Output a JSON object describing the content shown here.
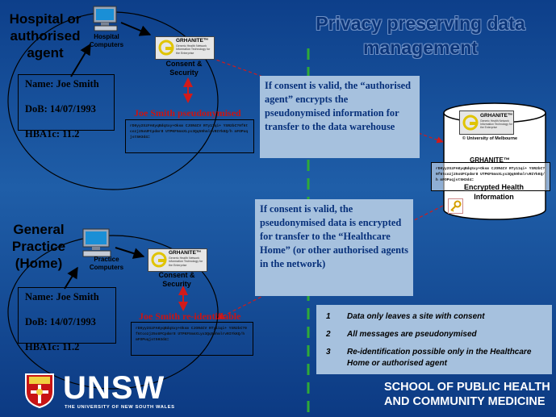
{
  "title": "Privacy preserving data management",
  "hospital": {
    "label": "Hospital or authorised agent",
    "computers_label": "Hospital Computers",
    "consent_label": "Consent & Security",
    "patient_name": "Name: Joe Smith",
    "patient_dob": "DoB: 14/07/1993",
    "patient_hba1c": "HBA1c: 11.2",
    "pseudonymised_label": "Joe Smith pseudonymised",
    "cipher": "rD0yy2SzFAKyqBdqSxy+Oksm CJOR4CV RTy11qi+ YSR2bC?9f6tcozj25oUFCpdmr8 UTPKF5mnXLyx3Qq59hmlrvRIYkKQ/h mFOPuqjst5H3d4="
  },
  "gp": {
    "label": "General Practice (Home)",
    "computers_label": "Practice Computers",
    "consent_label": "Consent & Security",
    "patient_name": "Name: Joe Smith",
    "patient_dob": "DoB: 14/07/1993",
    "patient_hba1c": "HBA1c: 11.2",
    "reidentifiable_label": "Joe Smith re-identifiable",
    "cipher": "rD0yy2SzFAKyqBdqSxy+Oksm CJOR4CV RTy11qi+ YSR2bC?9f6tcozj25oUFCpdmr8 UTPKF5mnXLyx3Qq59hmlrvRIYkKQ/h mFOPuqjst5H3d4="
  },
  "warehouse": {
    "copyright": "© University of Melbourne",
    "grhanite": "GRHANITE™",
    "subtitle": "Encrypted Health Information",
    "cipher": "rD0yy2SzFAKyqBdqSxy+Oksm CJOR4CV RTy11qi+ YSR2bC?9f6tcozj25oUFCpdmr8 UTPKF5mnXLyx3Qq59hmlrvRIYkKQ/h mFOPuqjst5H3d4="
  },
  "logo": {
    "name": "GRHANITE™",
    "tagline": "Generic Health Network Information Technology for the Enterprise"
  },
  "callouts": {
    "top": "If consent is valid, the “authorised agent” encrypts the pseudonymised information for transfer to the data warehouse",
    "bottom": "If consent is valid, the pseudonymised data is encrypted for transfer to the “Healthcare Home” (or other authorised agents in the network)"
  },
  "principles": [
    {
      "num": "1",
      "text": "Data only leaves a site with consent"
    },
    {
      "num": "2",
      "text": "All messages are pseudonymised"
    },
    {
      "num": "3",
      "text": "Re-identification possible only in the Healthcare Home or authorised agent"
    }
  ],
  "footer": {
    "unsw": "UNSW",
    "unsw_sub": "THE UNIVERSITY OF NEW SOUTH WALES",
    "school_line1": "SCHOOL OF PUBLIC HEALTH",
    "school_line2": "AND COMMUNITY MEDICINE"
  },
  "colors": {
    "background": "#1a54a0",
    "title": "#0b3478",
    "red": "#c81414",
    "green_divider": "#2faa37",
    "callout_bg": "#a6c1de",
    "callout_text": "#07307a"
  }
}
